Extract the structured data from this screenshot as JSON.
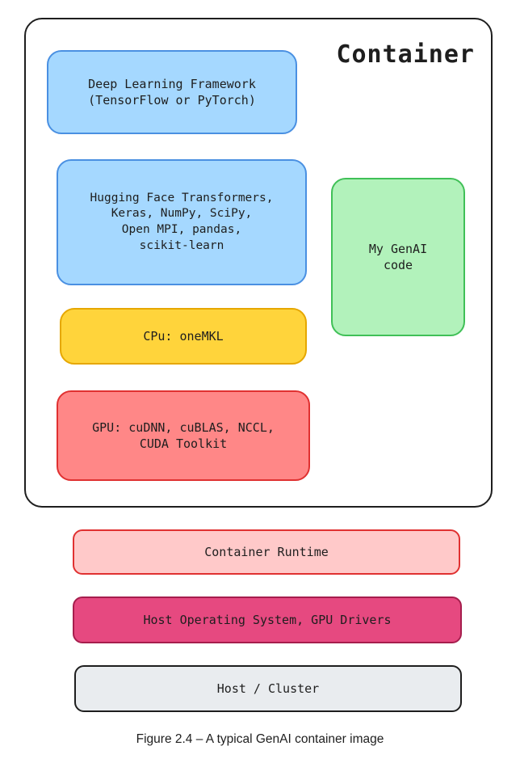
{
  "container": {
    "title": "Container"
  },
  "boxes": {
    "framework": "Deep Learning Framework\n(TensorFlow or PyTorch)",
    "libraries": "Hugging Face Transformers,\nKeras, NumPy, SciPy,\nOpen MPI, pandas,\nscikit-learn",
    "cpu": "CPu: oneMKL",
    "gpu": "GPU: cuDNN, cuBLAS, NCCL,\nCUDA Toolkit",
    "code": "My GenAI\ncode",
    "runtime": "Container Runtime",
    "host_os": "Host Operating System, GPU Drivers",
    "host_cluster": "Host / Cluster"
  },
  "caption": "Figure 2.4 – A typical GenAI container image",
  "colors": {
    "blue": "#a5d8ff",
    "yellow": "#ffd43b",
    "red": "#ff8787",
    "green": "#b2f2bb",
    "pink": "#ffc9c9",
    "magenta": "#e64980",
    "gray": "#e9ecef"
  }
}
